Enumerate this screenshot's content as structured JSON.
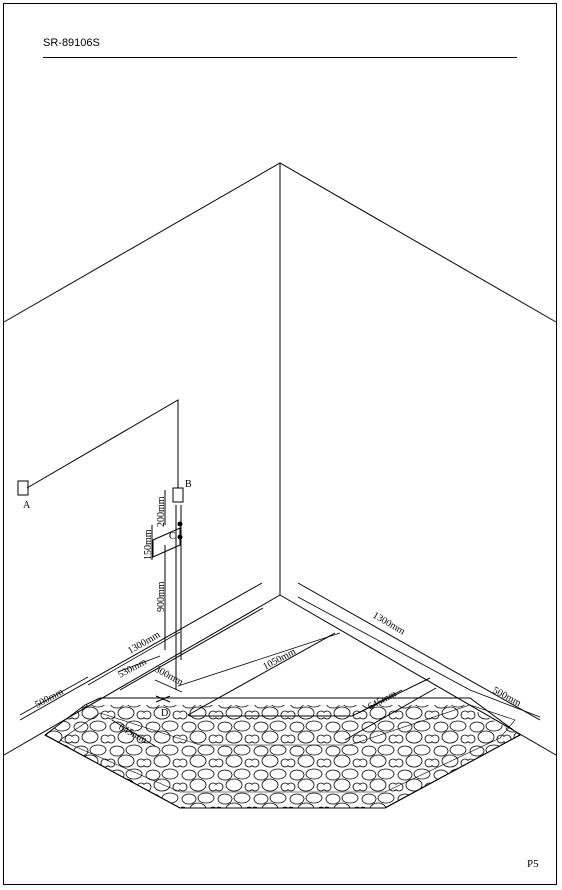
{
  "header": {
    "model_code": "SR-89106S"
  },
  "footer": {
    "page": "P5"
  },
  "points": {
    "a": "A",
    "b": "B",
    "c": "C",
    "d": "D"
  },
  "dimensions": {
    "d200": "200mm",
    "d150": "150mm",
    "d900": "900mm",
    "d1300_left": "1300mm",
    "d1300_right": "1300mm",
    "d530": "530mm",
    "d300": "300mm",
    "d1050": "1050mm",
    "d500_left": "500mm",
    "d500_right": "500mm",
    "d645_left": "645mm",
    "d645_right": "645mm"
  },
  "colors": {
    "line": "#000000",
    "background": "#ffffff"
  }
}
